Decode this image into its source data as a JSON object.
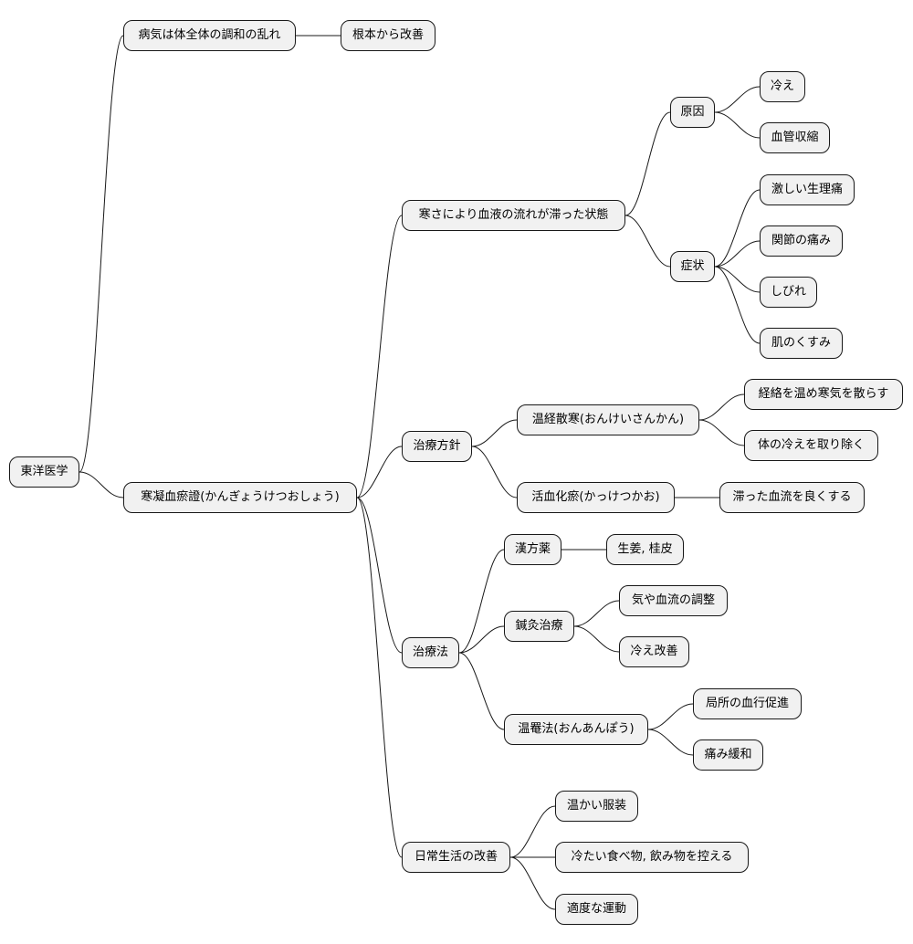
{
  "mindmap": {
    "root": "東洋医学",
    "n1": "病気は体全体の調和の乱れ",
    "n1a": "根本から改善",
    "n2": "寒凝血瘀證(かんぎょうけつおしょう)",
    "s1": "寒さにより血液の流れが滞った状態",
    "s1_cause": "原因",
    "s1_cause_1": "冷え",
    "s1_cause_2": "血管収縮",
    "s1_symptom": "症状",
    "s1_symptom_1": "激しい生理痛",
    "s1_symptom_2": "関節の痛み",
    "s1_symptom_3": "しびれ",
    "s1_symptom_4": "肌のくすみ",
    "s2": "治療方針",
    "s2_a": "温経散寒(おんけいさんかん)",
    "s2_a1": "経絡を温め寒気を散らす",
    "s2_a2": "体の冷えを取り除く",
    "s2_b": "活血化瘀(かっけつかお)",
    "s2_b1": "滞った血流を良くする",
    "s3": "治療法",
    "s3_a": "漢方薬",
    "s3_a1": "生姜, 桂皮",
    "s3_b": "鍼灸治療",
    "s3_b1": "気や血流の調整",
    "s3_b2": "冷え改善",
    "s3_c": "温罨法(おんあんぽう)",
    "s3_c1": "局所の血行促進",
    "s3_c2": "痛み緩和",
    "s4": "日常生活の改善",
    "s4_1": "温かい服装",
    "s4_2": "冷たい食べ物, 飲み物を控える",
    "s4_3": "適度な運動"
  }
}
